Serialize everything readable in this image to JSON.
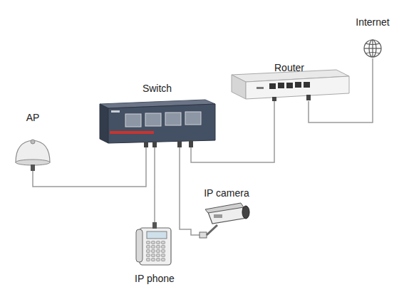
{
  "diagram": {
    "nodes": [
      {
        "text": [
          "Internet"
        ]
      },
      {
        "text": [
          "Router"
        ]
      },
      {
        "text": [
          "Switch"
        ]
      },
      {
        "text": [
          "AP"
        ]
      },
      {
        "text": [
          "IP camera"
        ]
      },
      {
        "text": [
          "IP phone"
        ]
      }
    ],
    "edges": [
      {
        "from": 1,
        "to": 0,
        "arrow": "none"
      },
      {
        "from": 2,
        "to": 1,
        "arrow": "none"
      },
      {
        "from": 2,
        "to": 3,
        "arrow": "none"
      },
      {
        "from": 2,
        "to": 5,
        "arrow": "none"
      },
      {
        "from": 2,
        "to": 4,
        "arrow": "none"
      }
    ]
  }
}
